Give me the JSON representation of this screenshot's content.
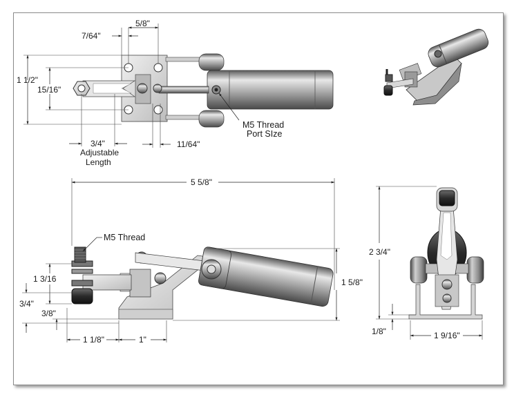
{
  "top_view": {
    "dim_7_64": "7/64\"",
    "dim_5_8": "5/8\"",
    "dim_1_1_2": "1 1/2\"",
    "dim_15_16": "15/16\"",
    "dim_3_4": "3/4\"",
    "adjustable_1": "Adjustable",
    "adjustable_2": "Length",
    "dim_11_64": "11/64\"",
    "port_1": "M5 Thread",
    "port_2": "Port SIze"
  },
  "side_view": {
    "dim_5_5_8": "5 5/8\"",
    "thread_label": "M5 Thread",
    "dim_1_3_16": "1 3/16",
    "dim_3_4": "3/4\"",
    "dim_3_8": "3/8\"",
    "dim_1_5_8": "1 5/8\"",
    "dim_1_1_8": "1 1/8\"",
    "dim_1": "1\""
  },
  "end_view": {
    "dim_2_3_4": "2 3/4\"",
    "dim_1_8": "1/8\"",
    "dim_1_9_16": "1 9/16\""
  },
  "colors": {
    "metal_light": "#d9d9d9",
    "metal_mid": "#a8a8a8",
    "metal_dark": "#3c3c3c"
  }
}
